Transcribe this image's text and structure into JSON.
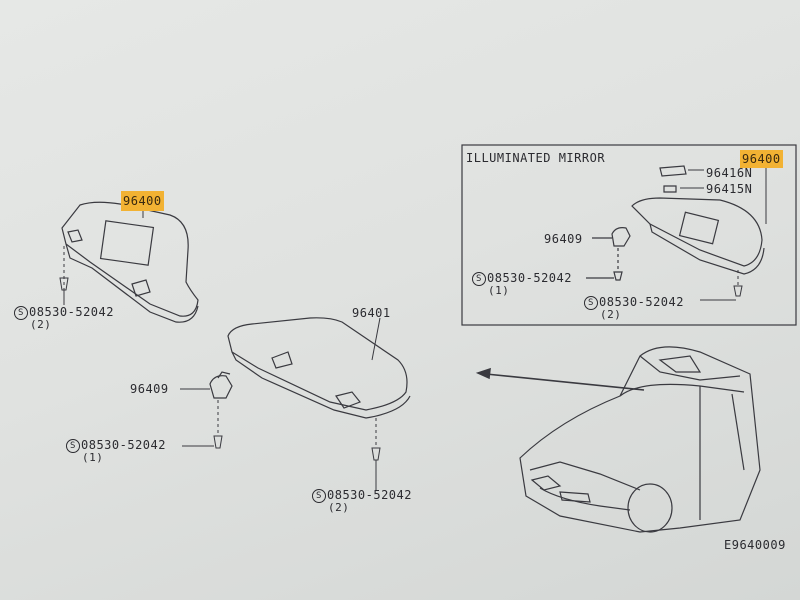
{
  "inset": {
    "title": "ILLUMINATED MIRROR"
  },
  "part_numbers": {
    "visor_part": "96400",
    "visor_part_inset": "96400",
    "visor_rh": "96401",
    "holder_left": "96409",
    "holder_inset": "96409",
    "lid": "96416N",
    "lamp": "96415N"
  },
  "screws": {
    "left": {
      "symbol": "S",
      "number": "08530-52042",
      "qty": "(2)"
    },
    "middle": {
      "symbol": "S",
      "number": "08530-52042",
      "qty": "(1)"
    },
    "right": {
      "symbol": "S",
      "number": "08530-52042",
      "qty": "(2)"
    },
    "inset_1": {
      "symbol": "S",
      "number": "08530-52042",
      "qty": "(1)"
    },
    "inset_2": {
      "symbol": "S",
      "number": "08530-52042",
      "qty": "(2)"
    }
  },
  "figure_code": "E9640009",
  "colors": {
    "highlight": "#f2b233",
    "line": "#3a3a40"
  }
}
